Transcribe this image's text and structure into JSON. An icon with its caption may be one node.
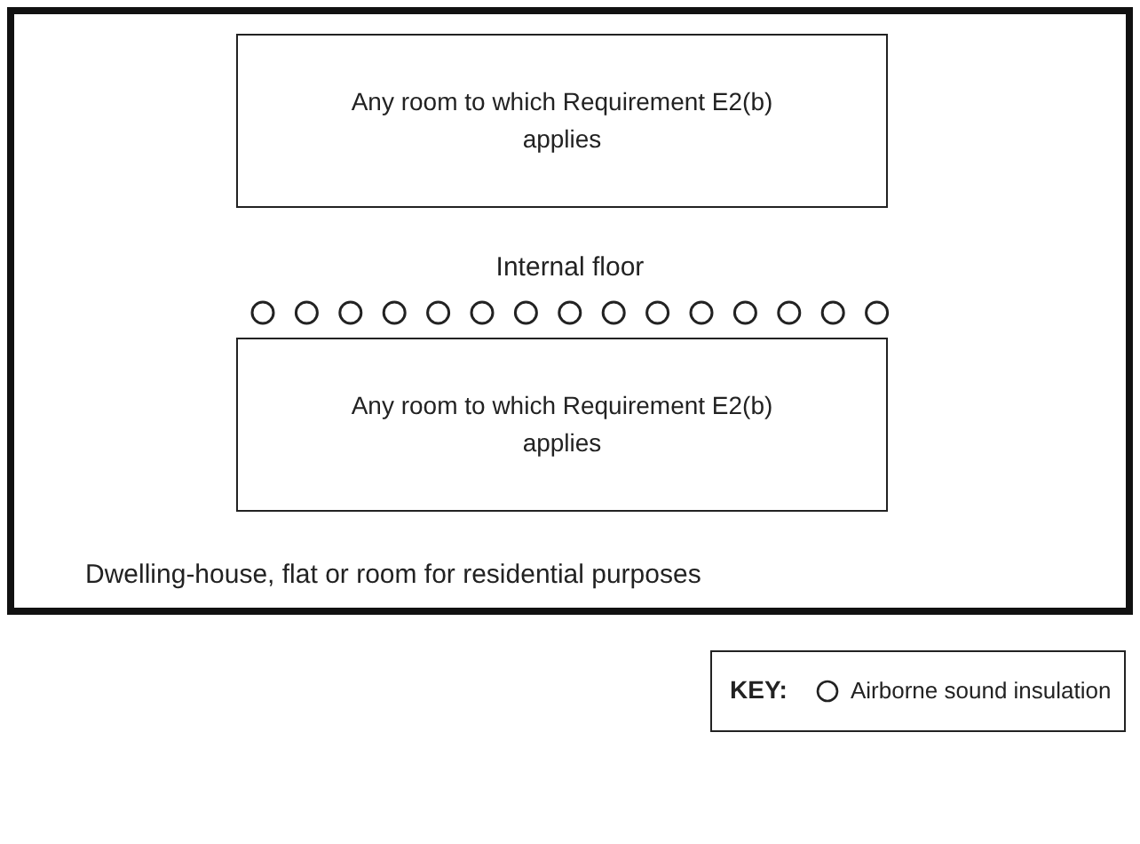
{
  "diagram": {
    "nodes": [
      {
        "text": [
          "Dwelling-house, flat or room for residential purposes"
        ]
      },
      {
        "text": [
          "Any room to which Requirement E2(b) applies"
        ],
        "in": 0
      },
      {
        "text": [
          "Any room to which Requirement E2(b) applies"
        ],
        "in": 0
      }
    ],
    "labels": [
      "Internal floor",
      "KEY:"
    ],
    "legend": [
      {
        "text": "Airborne sound insulation"
      }
    ]
  }
}
